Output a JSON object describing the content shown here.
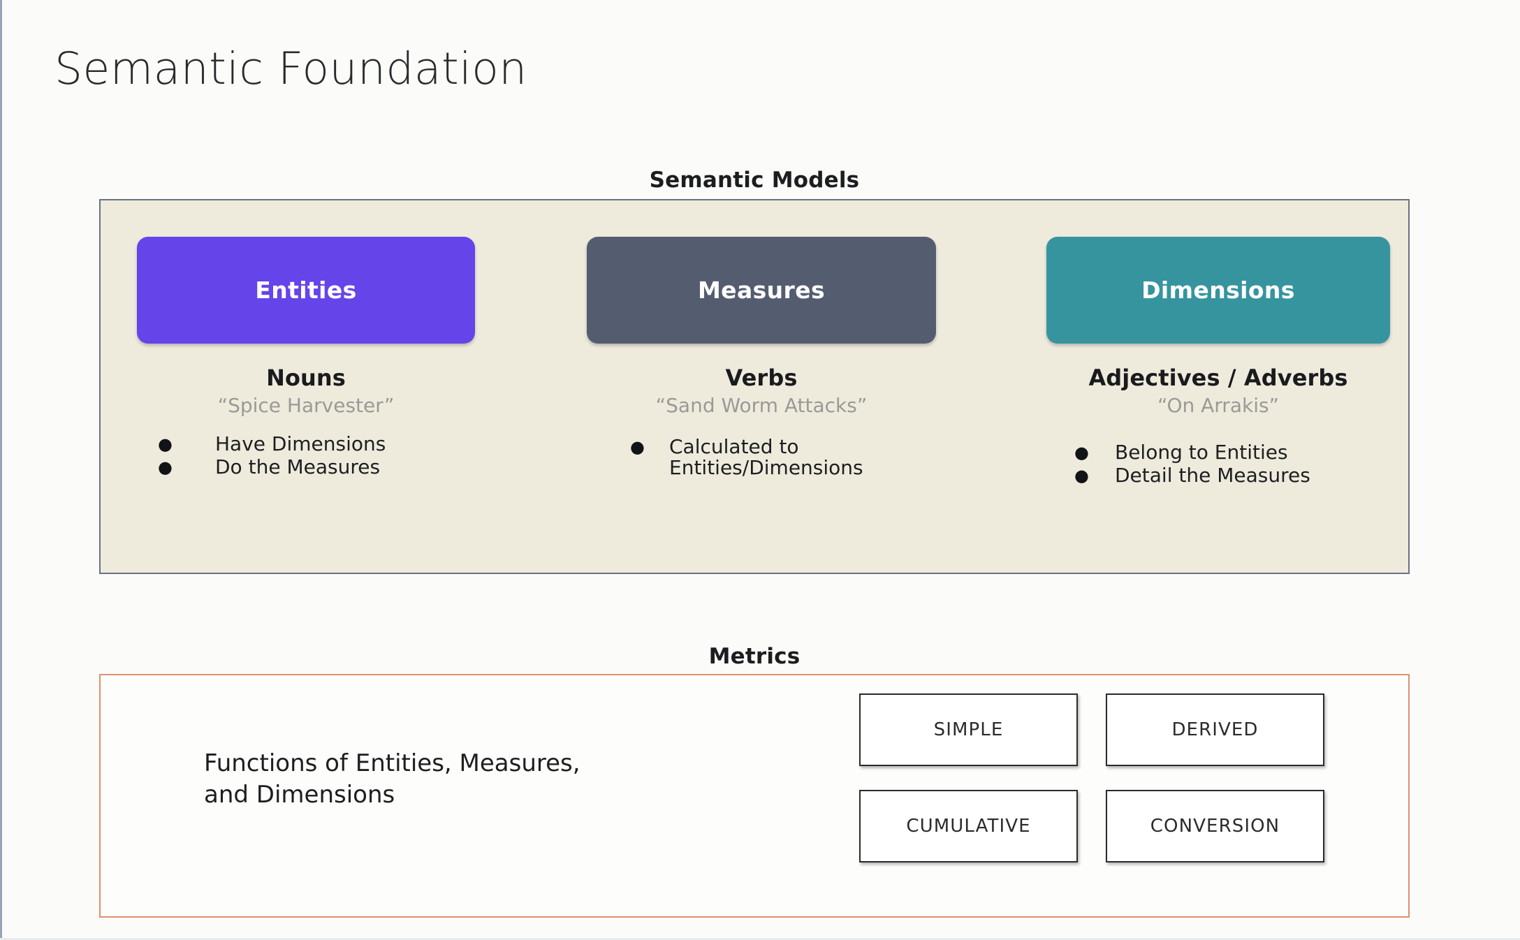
{
  "page": {
    "title": "Semantic Foundation"
  },
  "semantic_models": {
    "label": "Semantic Models",
    "columns": [
      {
        "card_label": "Entities",
        "card_color": "#6544ea",
        "part_of_speech": "Nouns",
        "example": "“Spice Harvester”",
        "bullets": [
          "Have Dimensions",
          "Do the Measures"
        ]
      },
      {
        "card_label": "Measures",
        "card_color": "#545c70",
        "part_of_speech": "Verbs",
        "example": "“Sand Worm Attacks”",
        "bullets": [
          "Calculated to\nEntities/Dimensions"
        ]
      },
      {
        "card_label": "Dimensions",
        "card_color": "#36949f",
        "part_of_speech": "Adjectives / Adverbs",
        "example": "“On Arrakis”",
        "bullets": [
          "Belong to Entities",
          "Detail the Measures"
        ]
      }
    ],
    "bullet_glyph": "●",
    "panel_background": "#eeebdd",
    "panel_border": "#6b7280"
  },
  "metrics": {
    "label": "Metrics",
    "description": "Functions of Entities, Measures,\nand Dimensions",
    "types": [
      "SIMPLE",
      "DERIVED",
      "CUMULATIVE",
      "CONVERSION"
    ],
    "panel_border": "#e08f6e"
  }
}
